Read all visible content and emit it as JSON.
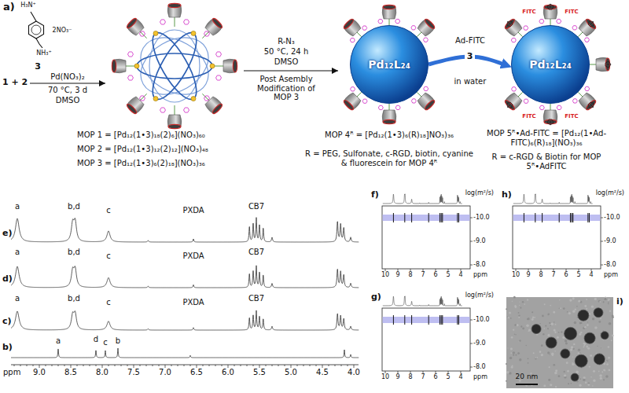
{
  "diagram": {
    "nodes": [
      {
        "text": [
          "Pd₁₂L₂₄"
        ]
      },
      {
        "text": [
          "Pd₁₂L₂₄"
        ]
      }
    ],
    "edges": [
      {
        "from": 0,
        "to": 1,
        "arrow": "to",
        "label": "3"
      }
    ],
    "labels": [
      "a)",
      "H₃N⁺",
      "2NO₃⁻",
      "NH₃⁺",
      "3",
      "1 + 2",
      "Pd(NO₃)₂",
      "70 °C, 3 d",
      "DMSO",
      "MOP 1 = [Pd₁₂(1•3)₁₈(2)₆](NO₃)₆₀",
      "MOP 2 = [Pd₁₂(1•3)₁₂(2)₁₂](NO₃)₄₈",
      "MOP 3 = [Pd₁₂(1•3)₆(2)₁₈](NO₃)₃₆",
      "R-N₃",
      "50 °C, 24 h",
      "DMSO",
      "Post Asembly Modification of MOP 3",
      "MOP 4ᴿ = [Pd₁₂(1•3)₆(R)₁₈]NO₃)₃₆",
      "R = PEG, Sulfonate, c-RGD, biotin, cyanine & fluorescein for MOP 4ᴿ",
      "Ad-FITC",
      "in water",
      "MOP 5ᴿ•Ad-FITC = [Pd₁₂(1•Ad-FITC)₆(R)₁₈](NO₃)₃₆",
      "R = c-RGD & Biotin for MOP 5ᴿ•AdFITC",
      "FITC",
      "FITC",
      "FITC",
      "FITC",
      "e)",
      "d)",
      "c)",
      "b)",
      "a",
      "b,d",
      "c",
      "PXDA",
      "CB7",
      "a",
      "b,d",
      "c",
      "PXDA",
      "CB7",
      "a",
      "b,d",
      "c",
      "PXDA",
      "CB7",
      "a",
      "d",
      "c",
      "b",
      "ppm",
      "9.0",
      "8.5",
      "8.0",
      "7.5",
      "7.0",
      "6.5",
      "6.0",
      "5.5",
      "5.0",
      "4.5",
      "4.0",
      "f)",
      "log(m²/s)",
      "-10.0",
      "-9.0",
      "-8.0",
      "10",
      "9",
      "8",
      "7",
      "6",
      "5",
      "4",
      "ppm",
      "g)",
      "log(m²/s)",
      "-10.0",
      "-9.0",
      "-8.0",
      "10",
      "9",
      "8",
      "7",
      "6",
      "5",
      "4",
      "ppm",
      "h)",
      "log(m²/s)",
      "-10.0",
      "-9.0",
      "-8.0",
      "10",
      "9",
      "8",
      "7",
      "6",
      "5",
      "4",
      "ppm",
      "i)",
      "20 nm"
    ]
  }
}
